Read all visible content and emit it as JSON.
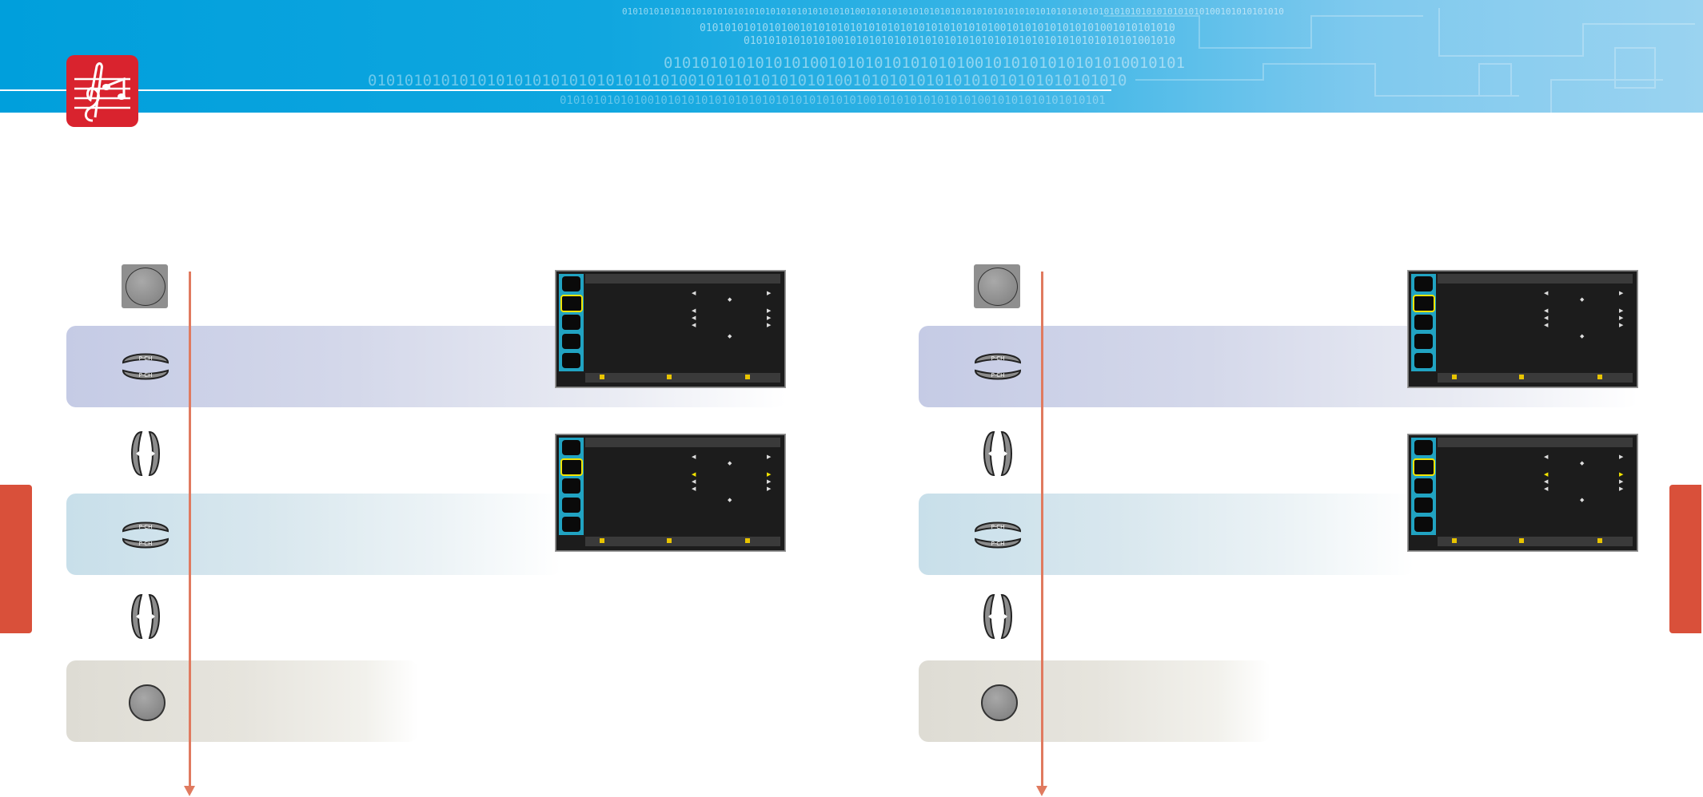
{
  "header": {
    "binary_lines": [
      "01010101010101010101010101010101010101010101001010101010101010101010101010101010101010101010101010101010101010100101010101010",
      "0101010101010100101010101010101010101010101010100101010101010101001010101010",
      "010101010101010010101010101010101010101010101010101010101010101001010",
      "010101010101010100101010101010101001010101010101010010101",
      "01010101010101010101010101010101010010101010101010100101010101010101010101010101010",
      "010101010101001010101010101010101010101010101001010101010101010010101010101010101"
    ]
  },
  "icons": {
    "section": "music-note-icon",
    "menu": "menu-button-icon",
    "updown": "up-down-channel-icon",
    "leftright": "left-right-volume-icon",
    "exit": "exit-button-icon"
  },
  "colors": {
    "header_blue": "#009fdc",
    "accent_red": "#d9232e",
    "tab_orange": "#d9503a",
    "arrow": "#e07a5f",
    "osd_cyan": "#21a3c2",
    "osd_highlight": "#f2e400"
  },
  "remote_labels": {
    "up": "P-CH",
    "down": "P-CH"
  }
}
